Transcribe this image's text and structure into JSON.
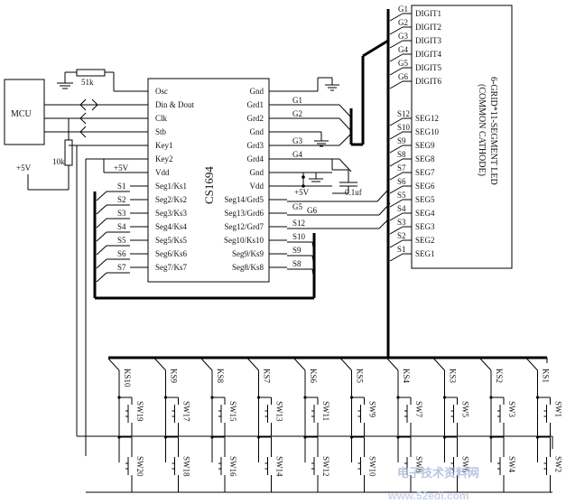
{
  "mcu": {
    "label": "MCU"
  },
  "resistors": {
    "osc": "51k",
    "key": "10k"
  },
  "power": {
    "vdd_main": "+5V",
    "vdd_key": "+5V",
    "vdd_cap": "+5V"
  },
  "capacitor": "0.1uf",
  "chip": {
    "name": "CS1694",
    "left_pins": [
      "Osc",
      "Din & Dout",
      "Clk",
      "Stb",
      "Key1",
      "Key2",
      "Vdd",
      "Seg1/Ks1",
      "Seg2/Ks2",
      "Seg3/Ks3",
      "Seg4/Ks4",
      "Seg5/Ks5",
      "Seg6/Ks6",
      "Seg7/Ks7"
    ],
    "right_pins": [
      "Gnd",
      "Grd1",
      "Grd2",
      "Gnd",
      "Grd3",
      "Grd4",
      "Gnd",
      "Vdd",
      "Seg14/Grd5",
      "Seg13/Grd6",
      "Seg12/Grd7",
      "Seg10/Ks10",
      "Seg9/Ks9",
      "Seg8/Ks8"
    ]
  },
  "chip_left_nets": [
    "S1",
    "S2",
    "S3",
    "S4",
    "S5",
    "S6",
    "S7"
  ],
  "chip_right_nets": [
    "G1",
    "G2",
    "G3",
    "G4",
    "G5",
    "G6",
    "S12",
    "S10",
    "S9",
    "S8"
  ],
  "display": {
    "title": "6-GRID*11-SEGMENT LED",
    "subtitle": "(COMMON CATHODE)",
    "grid_nets": [
      "G1",
      "G2",
      "G3",
      "G4",
      "G5",
      "G6"
    ],
    "digits": [
      "DIGIT1",
      "DIGIT2",
      "DIGIT3",
      "DIGIT4",
      "DIGIT5",
      "DIGIT6"
    ],
    "seg_nets": [
      "S12",
      "S10",
      "S9",
      "S8",
      "S7",
      "S6",
      "S5",
      "S4",
      "S3",
      "S2",
      "S1"
    ],
    "segs": [
      "SEG12",
      "SEG10",
      "SEG9",
      "SEG8",
      "SEG7",
      "SEG6",
      "SEG5",
      "SEG4",
      "SEG3",
      "SEG2",
      "SEG1"
    ]
  },
  "keyscan": [
    "KS10",
    "KS9",
    "KS8",
    "KS7",
    "KS6",
    "KS5",
    "KS4",
    "KS3",
    "KS2",
    "KS1"
  ],
  "switches_top": [
    "SW19",
    "SW17",
    "SW15",
    "SW13",
    "SW11",
    "SW9",
    "SW7",
    "SW5",
    "SW3",
    "SW1"
  ],
  "switches_bottom": [
    "SW20",
    "SW18",
    "SW16",
    "SW14",
    "SW12",
    "SW10",
    "SW8",
    "SW6",
    "SW4",
    "SW2"
  ],
  "watermark": {
    "text": "电子技术资料网",
    "url": "www.52edi.com"
  }
}
